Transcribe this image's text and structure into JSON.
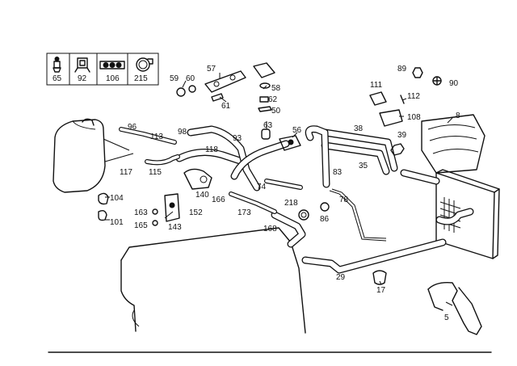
{
  "legend": {
    "items": [
      {
        "number": "65",
        "icon": "bulb-clip-icon"
      },
      {
        "number": "92",
        "icon": "retainer-clip-icon"
      },
      {
        "number": "106",
        "icon": "multi-clip-icon"
      },
      {
        "number": "215",
        "icon": "hose-clamp-icon"
      }
    ]
  },
  "parts": {
    "p5": "5",
    "p8": "8",
    "p17": "17",
    "p29": "29",
    "p35": "35",
    "p38": "38",
    "p39": "39",
    "p50": "50",
    "p56": "56",
    "p57": "57",
    "p58": "58",
    "p59": "59",
    "p60": "60",
    "p61": "61",
    "p62": "62",
    "p63": "63",
    "p74": "74",
    "p78": "78",
    "p83": "83",
    "p86": "86",
    "p89": "89",
    "p90": "90",
    "p93": "93",
    "p96": "96",
    "p98": "98",
    "p101": "101",
    "p104": "104",
    "p108": "108",
    "p111": "111",
    "p112": "112",
    "p113": "113",
    "p115": "115",
    "p117": "117",
    "p118": "118",
    "p140": "140",
    "p143": "143",
    "p152": "152",
    "p163": "163",
    "p165": "165",
    "p166": "166",
    "p168": "168",
    "p173": "173",
    "p218": "218"
  }
}
